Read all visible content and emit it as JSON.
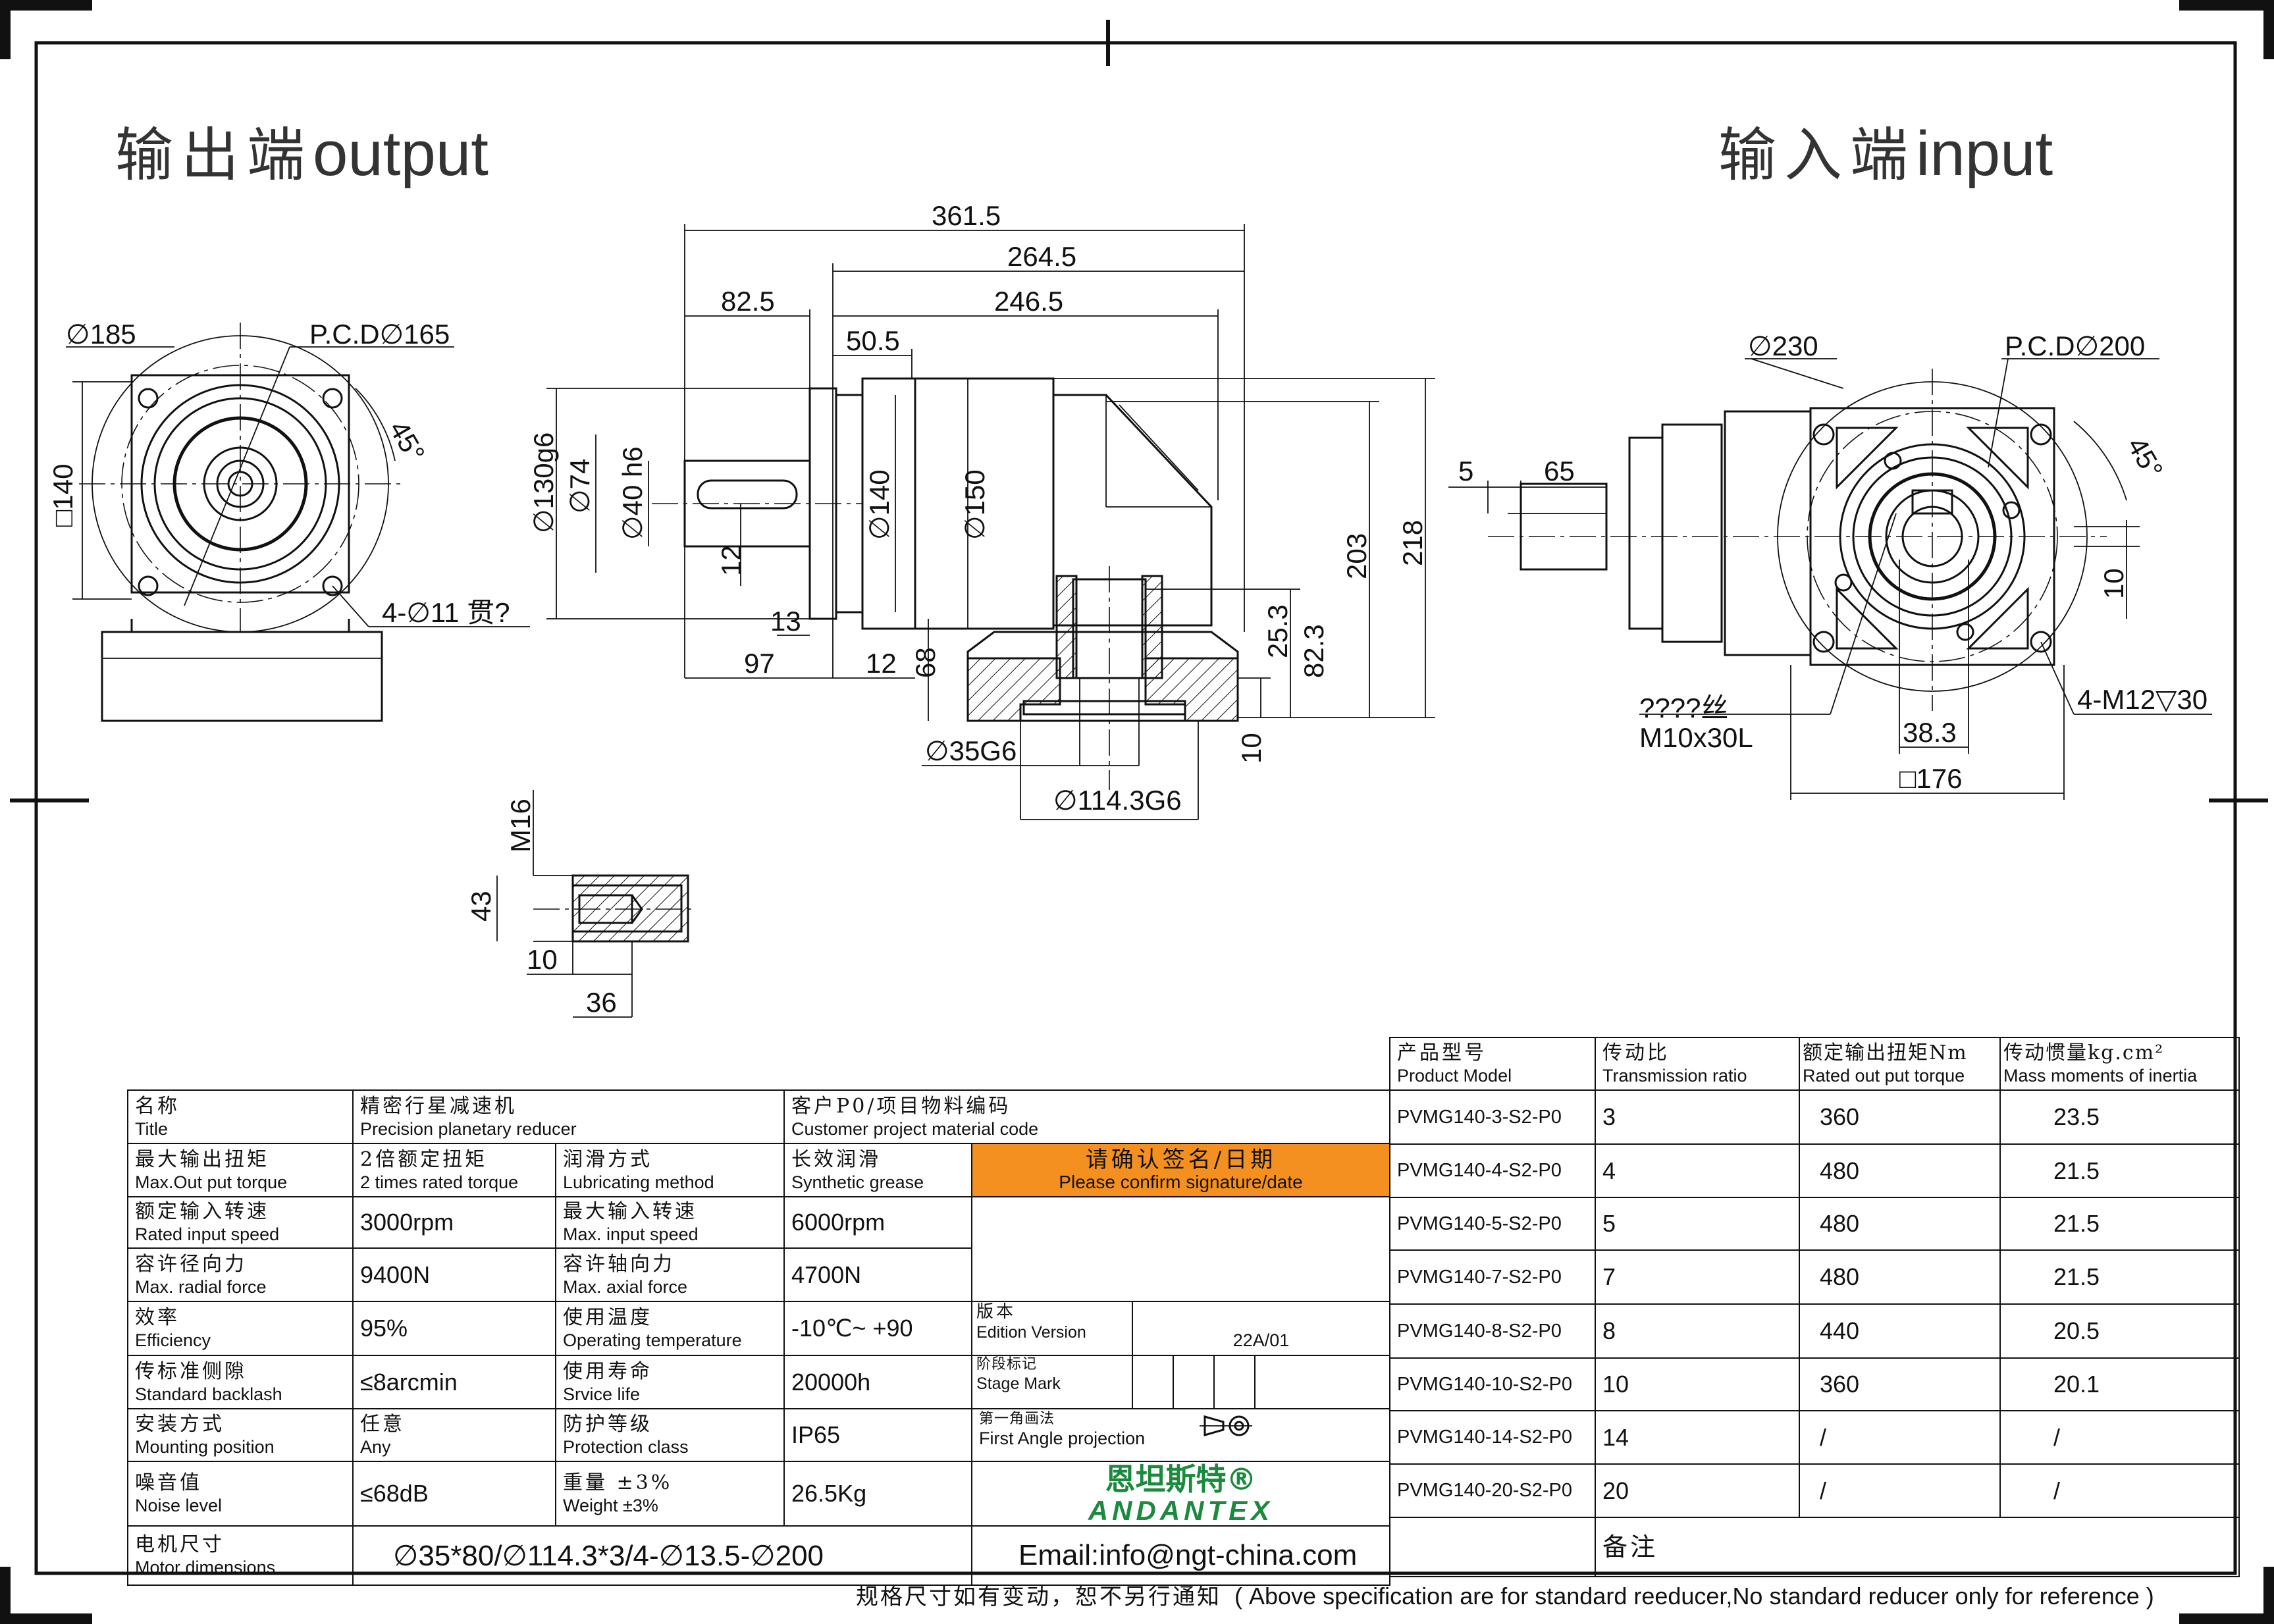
{
  "titles": {
    "output_cn": "输出端",
    "output_en": "output",
    "input_cn": "输入端",
    "input_en": "input"
  },
  "dims": {
    "output_view": {
      "d185": "∅185",
      "pcd165": "P.C.D∅165",
      "angle": "45°",
      "sq140": "□140",
      "holes": "4-∅11 贯?"
    },
    "side_view": {
      "d361": "361.5",
      "d264": "264.5",
      "d246": "246.5",
      "d82": "82.5",
      "d50": "50.5",
      "d130": "∅130g6",
      "d74": "∅74",
      "d40": "∅40 h6",
      "d12": "12",
      "d140": "∅140",
      "d150": "∅150",
      "d203": "203",
      "d218": "218",
      "d13": "13",
      "d97": "97",
      "d12b": "12",
      "d68": "68",
      "d25": "25.3",
      "d82b": "82.3",
      "d10": "10",
      "d35": "∅35G6",
      "d114": "∅114.3G6"
    },
    "detail": {
      "m16": "M16",
      "d43": "43",
      "d10": "10",
      "d36": "36"
    },
    "input_view": {
      "d230": "∅230",
      "pcd200": "P.C.D∅200",
      "angle": "45°",
      "d5": "5",
      "d65": "65",
      "d10": "10",
      "thread_cn": "????丝",
      "thread": "M10x30L",
      "d38": "38.3",
      "sq176": "□176",
      "m12": "4-M12▽30"
    }
  },
  "spec_table": [
    [
      {
        "cn": "名称",
        "en": "Title"
      },
      {
        "cn": "精密行星减速机",
        "en": "Precision planetary reducer"
      },
      {
        "cn": "客户P0/项目物料编码",
        "en": "Customer project material code"
      }
    ],
    [
      {
        "cn": "最大输出扭矩",
        "en": "Max.Out put torque"
      },
      {
        "cn": "2倍额定扭矩",
        "en": "2 times rated torque"
      },
      {
        "cn": "润滑方式",
        "en": "Lubricating method"
      },
      {
        "cn": "长效润滑",
        "en": "Synthetic grease"
      }
    ],
    [
      {
        "cn": "额定输入转速",
        "en": "Rated input speed"
      },
      {
        "v": "3000rpm"
      },
      {
        "cn": "最大输入转速",
        "en": "Max. input speed"
      },
      {
        "v": "6000rpm"
      }
    ],
    [
      {
        "cn": "容许径向力",
        "en": "Max. radial force"
      },
      {
        "v": "9400N"
      },
      {
        "cn": "容许轴向力",
        "en": "Max. axial force"
      },
      {
        "v": "4700N"
      }
    ],
    [
      {
        "cn": "效率",
        "en": "Efficiency"
      },
      {
        "v": "95%"
      },
      {
        "cn": "使用温度",
        "en": "Operating temperature"
      },
      {
        "v": "-10℃~ +90"
      }
    ],
    [
      {
        "cn": "传标准侧隙",
        "en": "Standard backlash"
      },
      {
        "v": "≤8arcmin"
      },
      {
        "cn": "使用寿命",
        "en": "Srvice life"
      },
      {
        "v": "20000h"
      }
    ],
    [
      {
        "cn": "安装方式",
        "en": "Mounting position"
      },
      {
        "cn": "任意",
        "en": "Any"
      },
      {
        "cn": "防护等级",
        "en": "Protection class"
      },
      {
        "v": "IP65"
      }
    ],
    [
      {
        "cn": "噪音值",
        "en": "Noise level"
      },
      {
        "v": "≤68dB"
      },
      {
        "cn": "重量 ±3%",
        "en": "Weight ±3%"
      },
      {
        "v": "26.5Kg"
      }
    ],
    [
      {
        "cn": "电机尺寸",
        "en": "Motor dimensions"
      },
      {
        "v": "∅35*80/∅114.3*3/4-∅13.5-∅200"
      }
    ]
  ],
  "confirm": {
    "cn": "请确认签名/日期",
    "en": "Please confirm signature/date"
  },
  "edition": {
    "cn": "版本",
    "en": "Edition Version",
    "value": "22A/01"
  },
  "stage": {
    "cn": "阶段标记",
    "en": "Stage Mark"
  },
  "projection": {
    "cn": "第一角画法",
    "en": "First Angle projection"
  },
  "brand": {
    "cn": "恩坦斯特®",
    "en": "ANDANTEX"
  },
  "email": "Email:info@ngt-china.com",
  "remark": "备注",
  "model_table": {
    "headers": [
      {
        "cn": "产品型号",
        "en": "Product Model"
      },
      {
        "cn": "传动比",
        "en": "Transmission ratio"
      },
      {
        "cn": "额定输出扭矩Nm",
        "en": "Rated out put torque"
      },
      {
        "cn": "传动惯量kg.cm²",
        "en": "Mass moments of inertia"
      }
    ],
    "rows": [
      [
        "PVMG140-3-S2-P0",
        "3",
        "360",
        "23.5"
      ],
      [
        "PVMG140-4-S2-P0",
        "4",
        "480",
        "21.5"
      ],
      [
        "PVMG140-5-S2-P0",
        "5",
        "480",
        "21.5"
      ],
      [
        "PVMG140-7-S2-P0",
        "7",
        "480",
        "21.5"
      ],
      [
        "PVMG140-8-S2-P0",
        "8",
        "440",
        "20.5"
      ],
      [
        "PVMG140-10-S2-P0",
        "10",
        "360",
        "20.1"
      ],
      [
        "PVMG140-14-S2-P0",
        "14",
        "/",
        "/"
      ],
      [
        "PVMG140-20-S2-P0",
        "20",
        "/",
        "/"
      ]
    ]
  },
  "footer": {
    "cn": "规格尺寸如有变动，恕不另行通知",
    "en": "( Above specification are for standard reeducer,No standard reducer only for reference )"
  }
}
